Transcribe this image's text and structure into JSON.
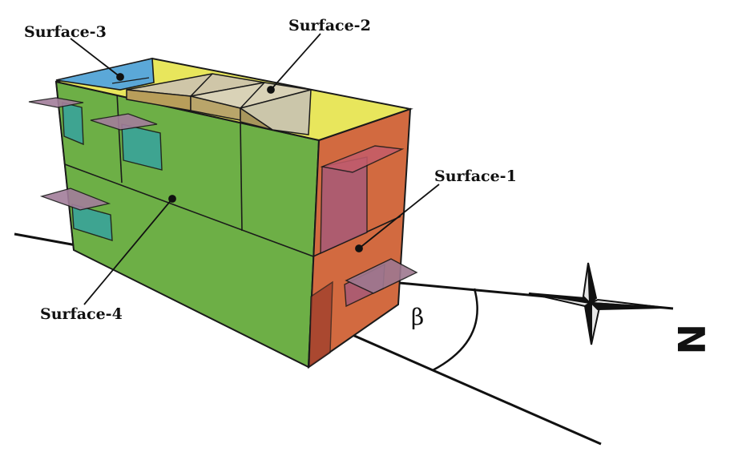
{
  "labels": {
    "surface_1": "Surface-1",
    "surface_2": "Surface-2",
    "surface_3": "Surface-3",
    "surface_4": "Surface-4"
  },
  "angle_symbol": "β",
  "north_letter": "N",
  "colors": {
    "surface_1": "#d26a40",
    "surface_2": "#e8e65c",
    "surface_3": "#5ba8d8",
    "surface_4": "#6daf46",
    "window_glass": "#3aa39a",
    "shading_device": "#a37e9b",
    "outline": "#1a1a1a"
  }
}
